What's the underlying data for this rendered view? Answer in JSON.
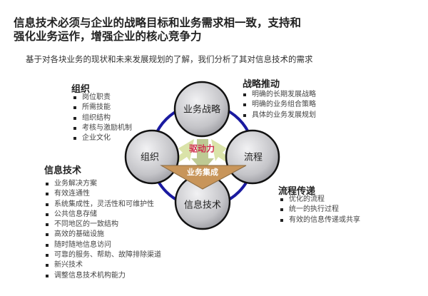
{
  "title": {
    "line1": "信息技术必须与企业的战略目标和业务需求相一致，支持和",
    "line2": "强化业务运作，增强企业的核心竞争力"
  },
  "subtitle": "基于对各块业务的现状和未来发展规划的了解，我们分析了其对信息技术的需求",
  "diagram": {
    "nodes": {
      "strategy": "业务战略",
      "organization": "组织",
      "process": "流程",
      "it": "信息技术"
    },
    "driver_label": "驱动力",
    "integration_label": "业务集成",
    "colors": {
      "ring": "#1a1aa0",
      "circle_fill": "#c8c8cc",
      "triangle": "#c8955a",
      "arrows": "#d6e0a0",
      "driver_text": "#d03050"
    }
  },
  "groups": {
    "organization": {
      "heading": "组织",
      "items": [
        "岗位职责",
        "所需技能",
        "组织结构",
        "考核与激励机制",
        "企业文化"
      ]
    },
    "strategy": {
      "heading": "战略推动",
      "items": [
        "明确的长期发展战略",
        "明确的业务组合策略",
        "具体的业务发展规划"
      ]
    },
    "it": {
      "heading": "信息技术",
      "items": [
        "业务解决方案",
        "有效连通性",
        "系统集成性，灵活性和可维护性",
        "公共信息存储",
        "不同地区的一致结构",
        "高效的基础设施",
        "随时随地信息访问",
        "可靠的服务、帮助、故障排除渠道",
        "新兴技术",
        "调整信息技术机构能力"
      ]
    },
    "process": {
      "heading": "流程传递",
      "items": [
        "优化的流程",
        "统一的执行过程",
        "有效的信息传递或共享"
      ]
    }
  }
}
